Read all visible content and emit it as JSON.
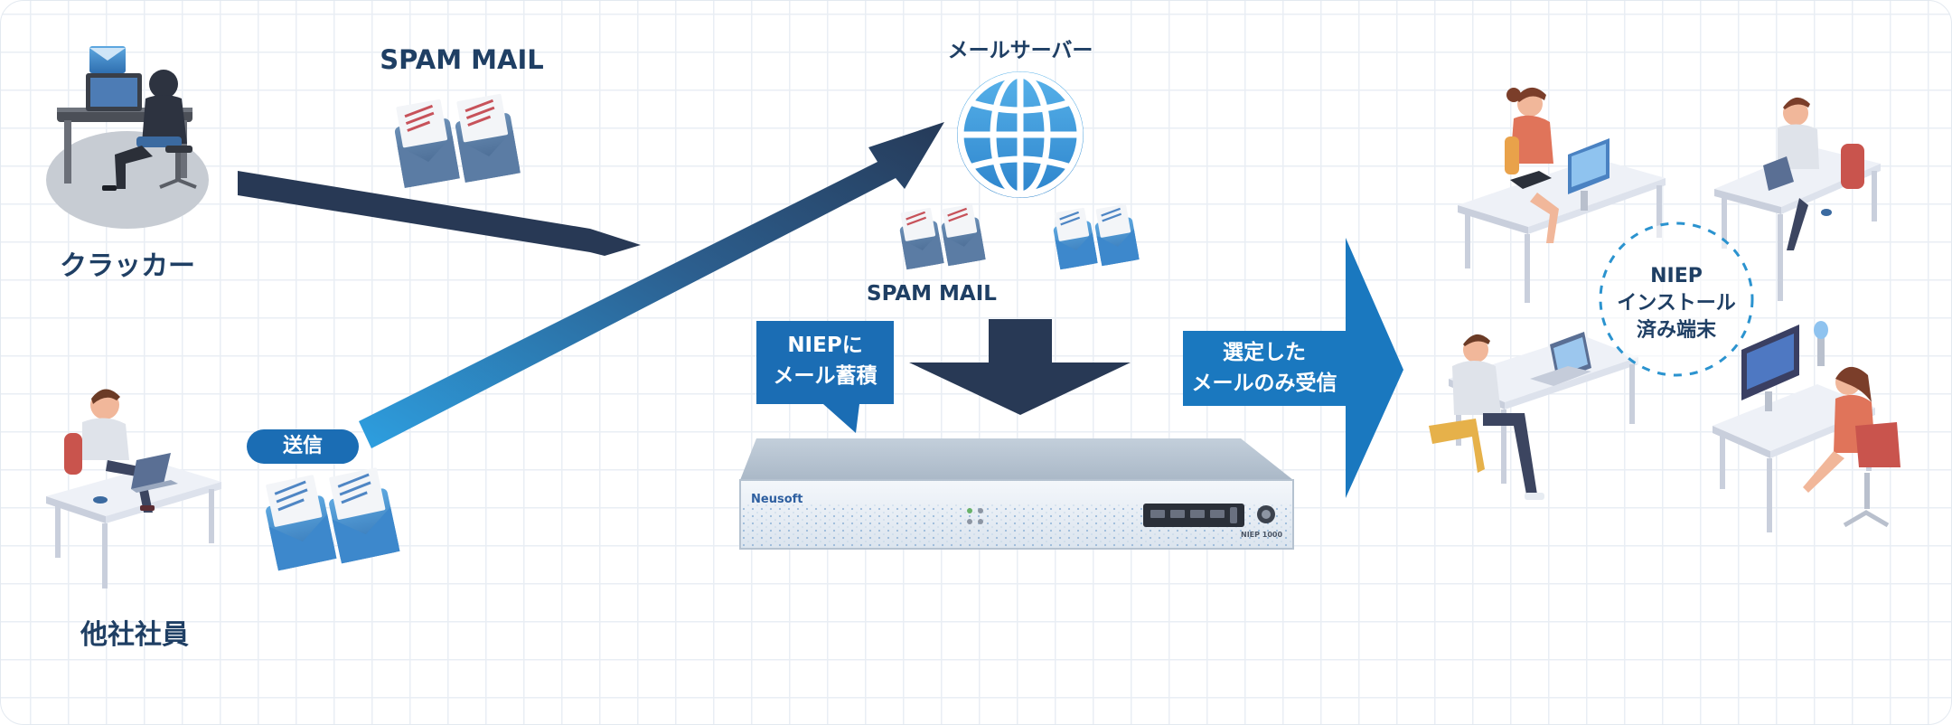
{
  "labels": {
    "cracker": "クラッカー",
    "other_employee": "他社社員",
    "spam_mail_top": "SPAM MAIL",
    "spam_mail_mid": "SPAM MAIL",
    "mail_server": "メールサーバー",
    "send_badge": "送信",
    "niep_store_line1": "NIEPに",
    "niep_store_line2": "メール蓄積",
    "receive_line1": "選定した",
    "receive_line2": "メールのみ受信",
    "installed_line1": "NIEP",
    "installed_line2": "インストール",
    "installed_line3": "済み端末",
    "device_brand": "Neusoft",
    "device_model": "NIEP 1000"
  },
  "colors": {
    "navy": "#2a3a55",
    "blue": "#1a78bf",
    "badge": "#1b6db4",
    "grid": "#e9eef4",
    "label": "#1f3f64"
  }
}
